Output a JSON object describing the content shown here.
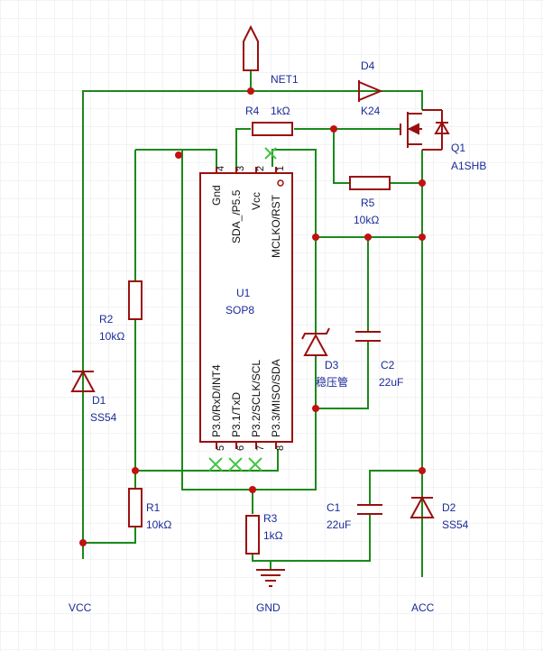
{
  "colors": {
    "background": "#ffffff",
    "grid": "#e7e7e7",
    "wire": "#1a8a1a",
    "symbol": "#9b0f0f",
    "label": "#1a2a9a",
    "junction": "#c41010",
    "noconnect": "#43c443"
  },
  "components": {
    "net1": {
      "label": "NET1"
    },
    "d4": {
      "ref": "D4",
      "value": "K24"
    },
    "r4": {
      "ref": "R4",
      "value": "1kΩ"
    },
    "q1": {
      "ref": "Q1",
      "value": "A1SHB"
    },
    "r5": {
      "ref": "R5",
      "value": "10kΩ"
    },
    "u1": {
      "ref": "U1",
      "value": "SOP8"
    },
    "r2": {
      "ref": "R2",
      "value": "10kΩ"
    },
    "d3": {
      "ref": "D3",
      "value": "稳压管"
    },
    "c2": {
      "ref": "C2",
      "value": "22uF"
    },
    "d1": {
      "ref": "D1",
      "value": "SS54"
    },
    "r1": {
      "ref": "R1",
      "value": "10kΩ"
    },
    "r3": {
      "ref": "R3",
      "value": "1kΩ"
    },
    "c1": {
      "ref": "C1",
      "value": "22uF"
    },
    "d2": {
      "ref": "D2",
      "value": "SS54"
    }
  },
  "ports": {
    "vcc": "VCC",
    "gnd": "GND",
    "acc": "ACC"
  },
  "u1_pins": {
    "top_numbers": [
      "4",
      "3",
      "2",
      "1"
    ],
    "top_names": [
      "Gnd",
      "SDA_/P5.5",
      "Vcc",
      "MCLKO/RST"
    ],
    "bottom_numbers": [
      "5",
      "6",
      "7",
      "8"
    ],
    "bottom_names": [
      "P3.0/RxD/INT4",
      "P3.1/TxD",
      "P3.2/SCLK/SCL",
      "P3.3/MISO/SDA"
    ]
  }
}
